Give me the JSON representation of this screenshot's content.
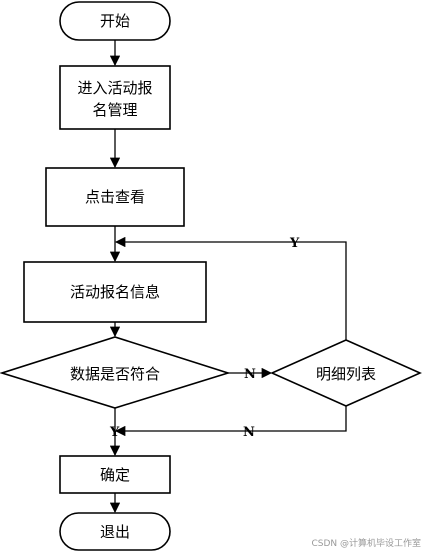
{
  "nodes": {
    "start": "开始",
    "enter_line1": "进入活动报",
    "enter_line2": "名管理",
    "click_view": "点击查看",
    "info": "活动报名信息",
    "decision": "数据是否符合",
    "detail_list": "明细列表",
    "confirm": "确定",
    "exit": "退出"
  },
  "edge_labels": {
    "loop_yes": "Y",
    "decision_no": "N",
    "list_no": "N",
    "decision_yes": "Y"
  },
  "watermark": "CSDN @计算机毕设工作室"
}
